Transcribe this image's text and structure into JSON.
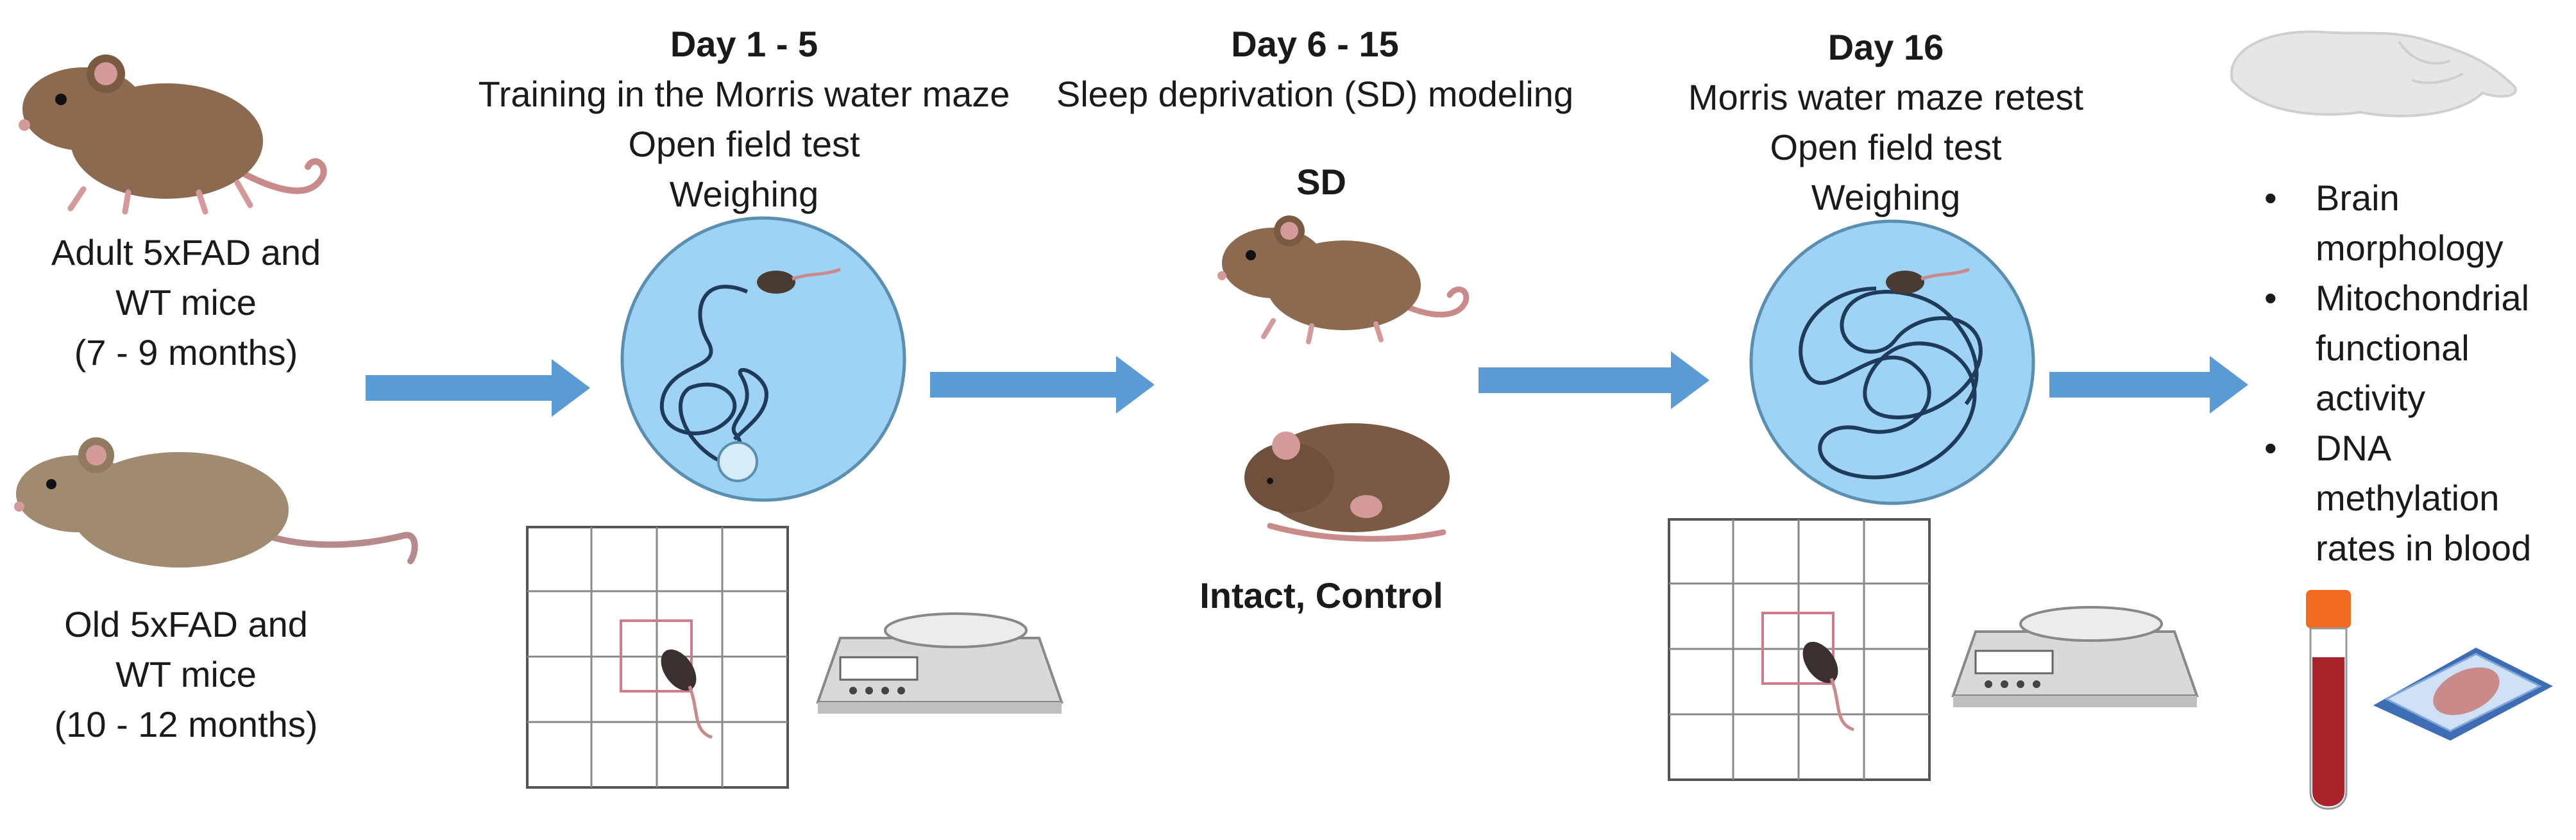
{
  "groups": {
    "adult": [
      "Adult 5xFAD and",
      "WT mice",
      "(7 - 9 months)"
    ],
    "old": [
      "Old 5xFAD and",
      "WT mice",
      "(10 - 12 months)"
    ]
  },
  "stage1": {
    "day": "Day 1 - 5",
    "lines": [
      "Training in the Morris water maze",
      "Open field test",
      "Weighing"
    ]
  },
  "stage2": {
    "day": "Day 6 - 15",
    "title": "Sleep deprivation (SD) modeling",
    "sd_label": "SD",
    "control_label": "Intact, Control"
  },
  "stage3": {
    "day": "Day 16",
    "lines": [
      "Morris water maze retest",
      "Open field test",
      "Weighing"
    ]
  },
  "findings": {
    "bullet": "•",
    "item1": [
      "Brain",
      "morphology"
    ],
    "item2": [
      "Mitochondrial",
      "functional",
      "activity"
    ],
    "item3": [
      "DNA",
      "methylation",
      "rates in blood"
    ]
  },
  "colors": {
    "arrow": "#5b9bd5",
    "pool": "#9fd3f5",
    "pool_stroke": "#5b8fb0",
    "mouse": "#8b6a4f",
    "old_mouse": "#a08a70",
    "path": "#1f3b5c"
  }
}
